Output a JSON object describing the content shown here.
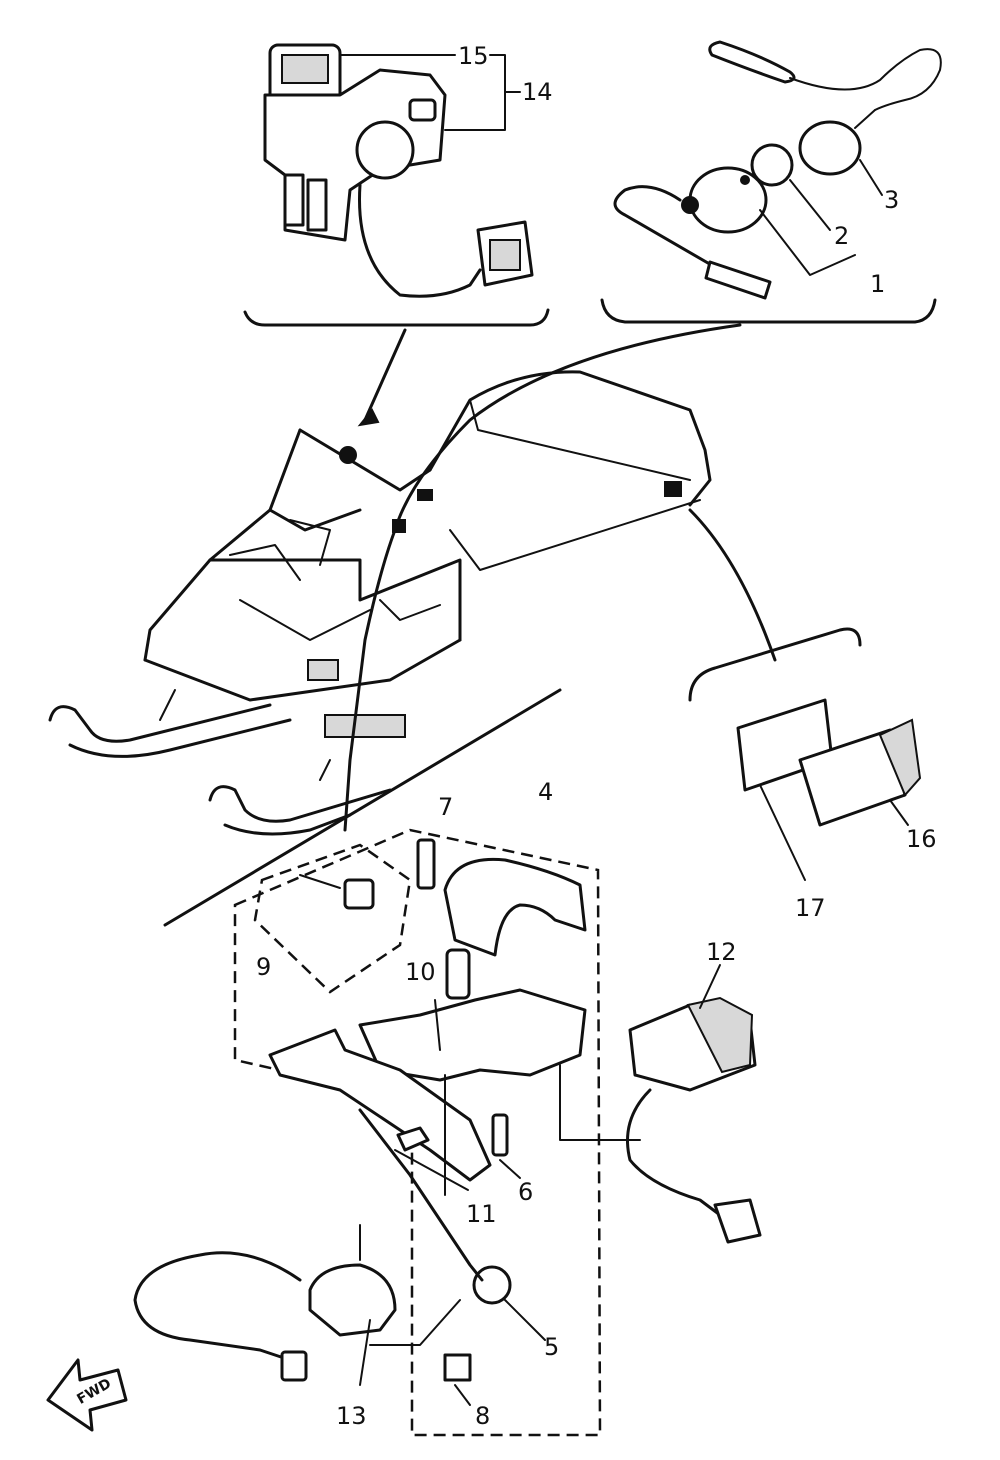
{
  "callouts": {
    "c1": "1",
    "c2": "2",
    "c3": "3",
    "c4": "4",
    "c5": "5",
    "c6": "6",
    "c7": "7",
    "c8": "8",
    "c9": "9",
    "c10": "10",
    "c11": "11",
    "c12": "12",
    "c13": "13",
    "c14": "14",
    "c15": "15",
    "c16": "16",
    "c17": "17"
  },
  "direction_marker": "FWD"
}
